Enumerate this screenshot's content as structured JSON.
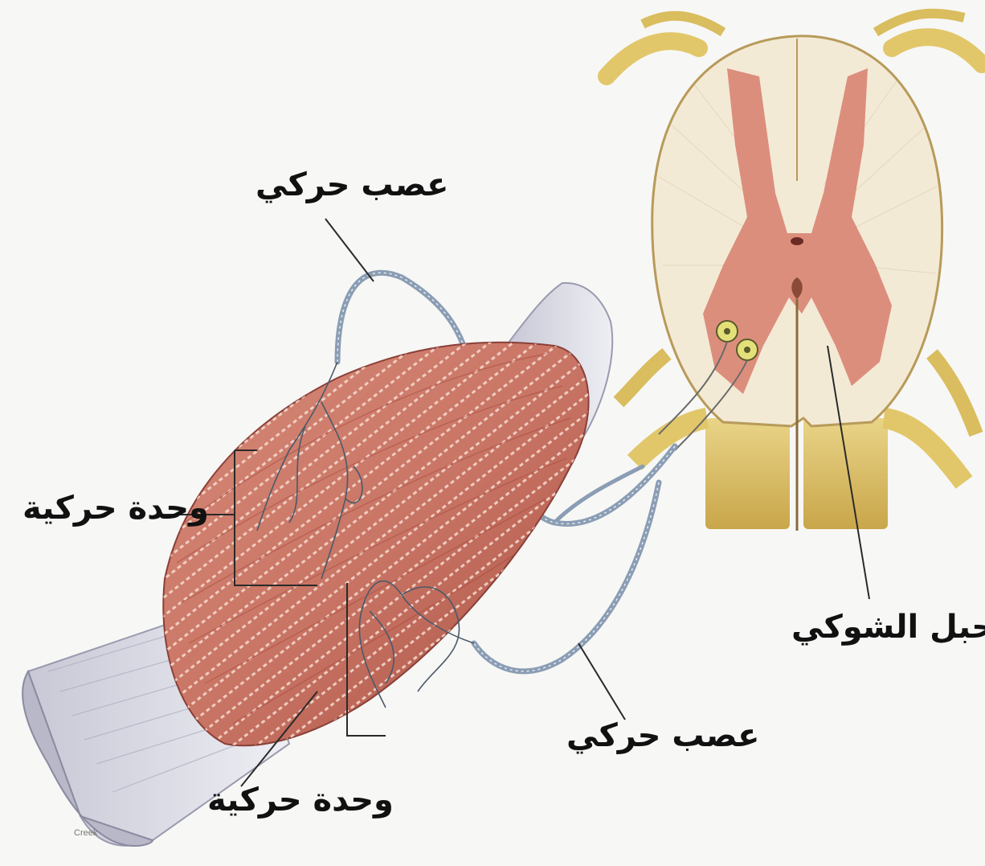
{
  "labels": {
    "motor_nerve_top": "عصب حركي",
    "motor_nerve_bottom": "عصب حركي",
    "motor_unit_left": "وحدة حركية",
    "motor_unit_bottom": "وحدة حركية",
    "spinal_cord": "الحبل الشوكي"
  },
  "credit": "Creek",
  "colors": {
    "muscle": "#c97565",
    "muscle_dark": "#a84f42",
    "tendon": "#d8d8e4",
    "nerve": "#8a9db4",
    "gray_matter": "#d98472",
    "white_matter": "#f3ead6",
    "root": "#e2c76a"
  }
}
